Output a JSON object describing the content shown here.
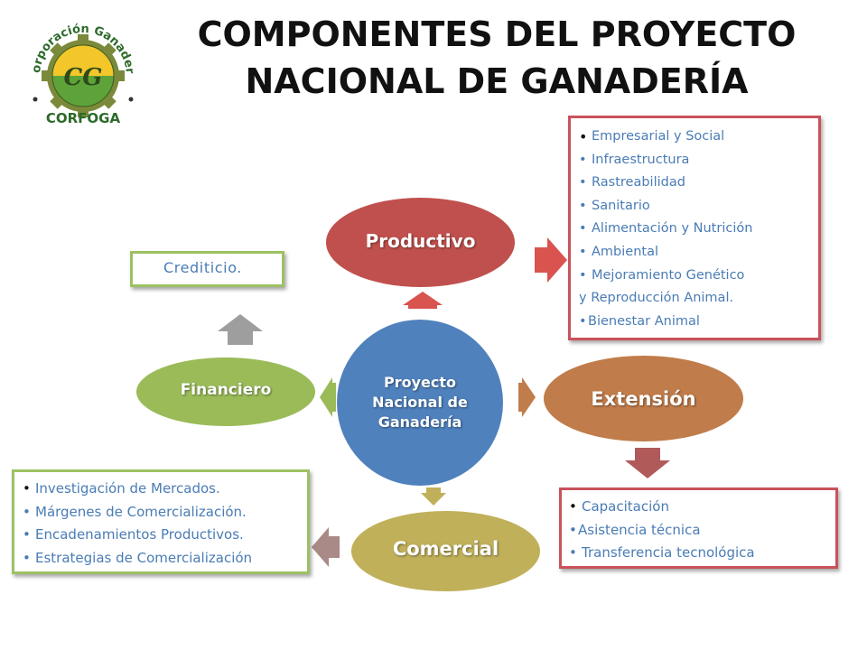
{
  "title_lines": [
    "COMPONENTES DEL PROYECTO",
    "NACIONAL DE GANADERÍA"
  ],
  "logo": {
    "top_text": "Corporación Ganadera",
    "bottom_text": "CORFOGA",
    "monogram": "CG"
  },
  "center": {
    "lines": [
      "Proyecto",
      "Nacional de",
      "Ganadería"
    ],
    "color": "#4f81bd"
  },
  "components": {
    "productivo": {
      "label": "Productivo",
      "color": "#c0504d"
    },
    "extension": {
      "label": "Extensión",
      "color": "#c07c4a"
    },
    "comercial": {
      "label": "Comercial",
      "color": "#c0b05a"
    },
    "financiero": {
      "label": "Financiero",
      "color": "#9bbb59"
    }
  },
  "lists": {
    "productivo": [
      "Empresarial  y Social",
      "Infraestructura",
      "Rastreabilidad",
      "Sanitario",
      "Alimentación y Nutrición",
      "Ambiental",
      "Mejoramiento Genético",
      "y Reproducción  Animal.",
      "Bienestar  Animal"
    ],
    "financiero": [
      "Crediticio."
    ],
    "extension": [
      "Capacitación",
      "Asistencia técnica",
      "Transferencia  tecnológica"
    ],
    "comercial": [
      "Investigación de Mercados.",
      "Márgenes de Comercialización.",
      "Encadenamientos  Productivos.",
      "Estrategias de Comercialización"
    ]
  },
  "colors": {
    "text_blue": "#4a7cb5",
    "red_border": "#c9525a",
    "green_border": "#9dc162",
    "arrow_prod": "#d9534f",
    "arrow_ext": "#b05a5a",
    "arrow_com": "#a98a86",
    "arrow_fin": "#9e9e9e"
  }
}
